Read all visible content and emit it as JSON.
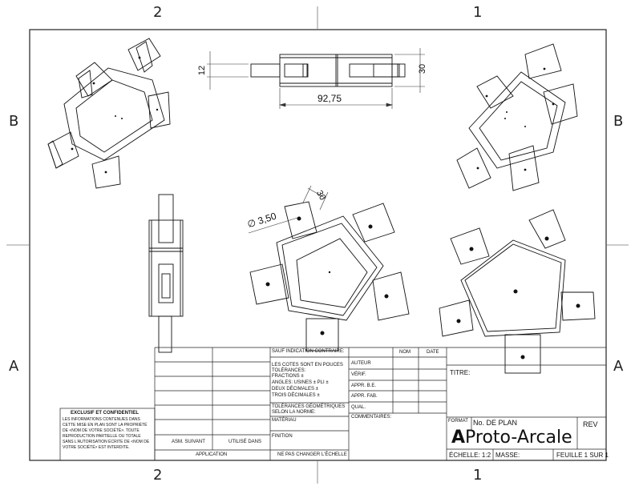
{
  "zones": {
    "top_left": "2",
    "top_right": "1",
    "bottom_left": "2",
    "bottom_right": "1",
    "left_b": "B",
    "left_a": "A",
    "right_b": "B",
    "right_a": "A"
  },
  "dimensions": {
    "d12": "12",
    "d30a": "30",
    "d9275": "92,75",
    "d30b": "30",
    "d350": "∅ 3,50"
  },
  "title_block": {
    "tolerances": [
      "SAUF INDICATION CONTRAIRE:",
      "LES COTES SONT EN POUCES",
      "TOLÉRANCES:",
      "FRACTIONS ±",
      "ANGLES: USINES ±    PLI ±",
      "DEUX DÉCIMALES  ±",
      "TROIS DÉCIMALES  ±"
    ],
    "geo_tol": [
      "TOLÉRANCES GÉOMÉTRIQUES",
      "SELON LA NORME:"
    ],
    "material": "MATÉRIAU",
    "finish": "FINITION",
    "no_scale": "NE PAS CHANGER L'ÉCHELLE",
    "application": "APPLICATION",
    "asm_next": "ASM. SUIVANT",
    "used_on": "UTILISÉ DANS",
    "nom": "NOM",
    "date": "DATE",
    "roles": [
      "AUTEUR",
      "VÉRIF.",
      "APPR. B.E.",
      "APPR. FAB.",
      "QUAL."
    ],
    "comments": "COMMENTAIRES:",
    "titre": "TITRE:",
    "format": "FORMAT",
    "format_letter": "A",
    "plan_no": "No. DE PLAN",
    "drawing_name": "Proto-Arcale",
    "rev": "REV",
    "echelle": "ÉCHELLE: 1:2",
    "masse": "MASSE:",
    "feuille": "FEUILLE 1 SUR 1",
    "confidential_title": "EXCLUSIF ET CONFIDENTIEL",
    "confidential_text": "LES INFORMATIONS CONTENUES DANS CETTE MISE EN PLAN SONT LA PROPRIÉTÉ DE <NOM DE VOTRE SOCIÉTÉ>. TOUTE REPRODUCTION PARTIELLE OU TOTALE SANS L'AUTORISATION ÉCRITE DE <NOM DE VOTRE SOCIÉTÉ> EST INTERDITE."
  }
}
